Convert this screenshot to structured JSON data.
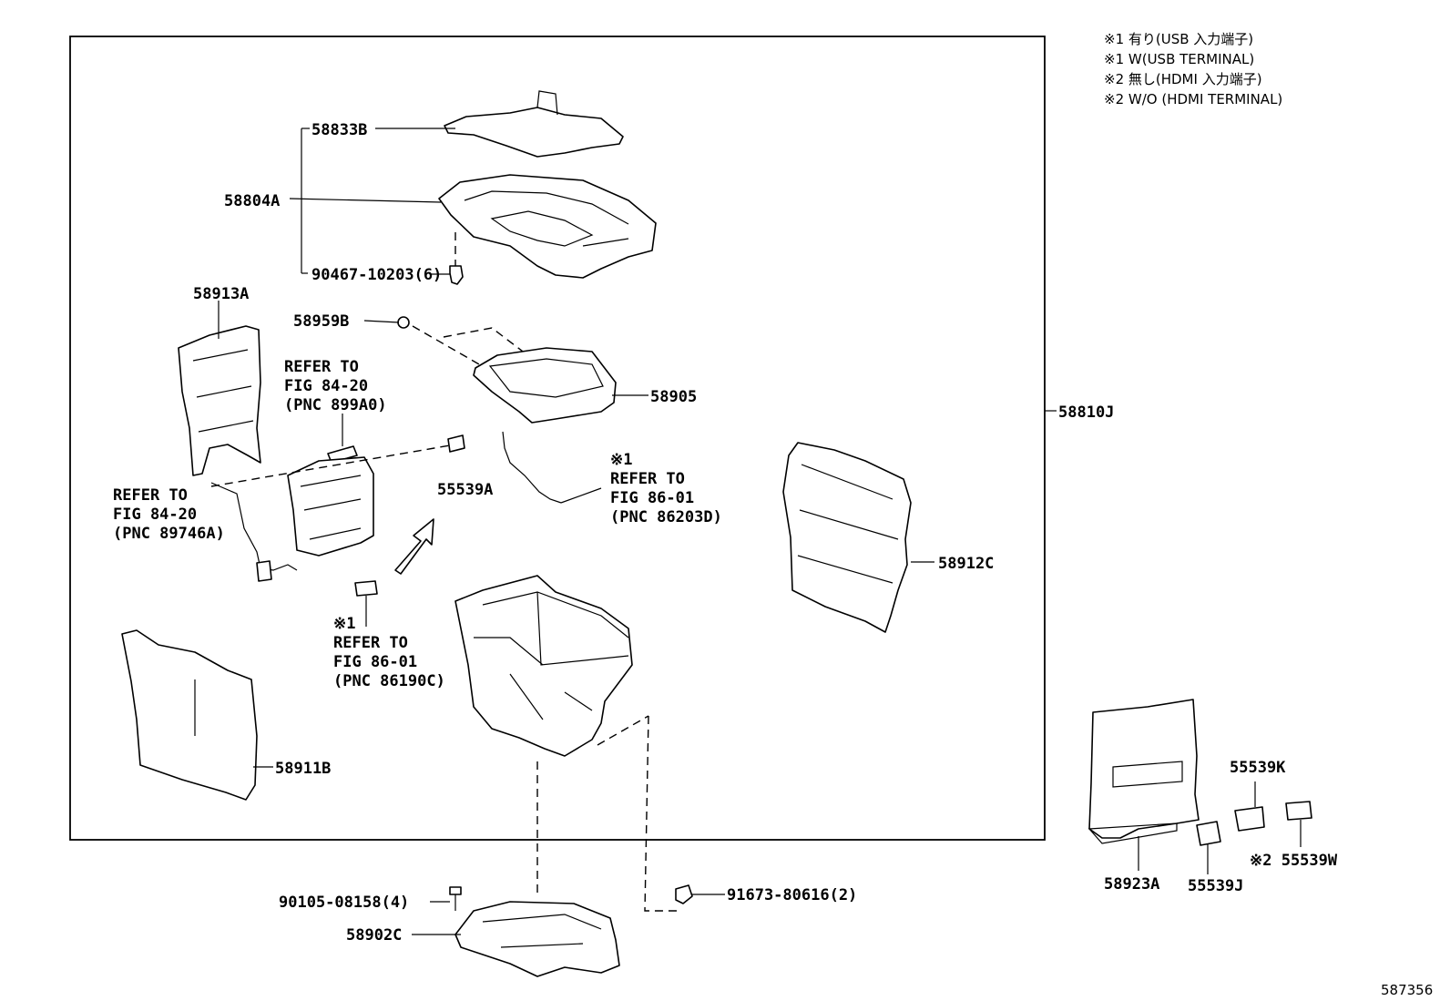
{
  "legend": [
    "※1  有り(USB 入力端子)",
    "※1  W(USB TERMINAL)",
    "※2  無し(HDMI 入力端子)",
    "※2  W/O (HDMI TERMINAL)"
  ],
  "labels": {
    "p58833B": "58833B",
    "p58804A": "58804A",
    "p90467": "90467-10203(6)",
    "p58913A": "58913A",
    "p58959B": "58959B",
    "p58905": "58905",
    "p58810J": "58810J",
    "p55539A": "55539A",
    "p58912C": "58912C",
    "p58911B": "58911B",
    "p90105": "90105-08158(4)",
    "p58902C": "58902C",
    "p91673": "91673-80616(2)",
    "p58923A": "58923A",
    "p55539K": "55539K",
    "p55539J": "55539J",
    "p55539W": "※2 55539W"
  },
  "refs": {
    "ref1": [
      "REFER TO",
      "FIG 84-20",
      "(PNC 899A0)"
    ],
    "ref2": [
      "REFER TO",
      "FIG 84-20",
      "(PNC 89746A)"
    ],
    "ref3": [
      "※1",
      "REFER TO",
      "FIG 86-01",
      "(PNC 86203D)"
    ],
    "ref4": [
      "※1",
      "REFER TO",
      "FIG 86-01",
      "(PNC 86190C)"
    ]
  },
  "figure_id": "587356"
}
